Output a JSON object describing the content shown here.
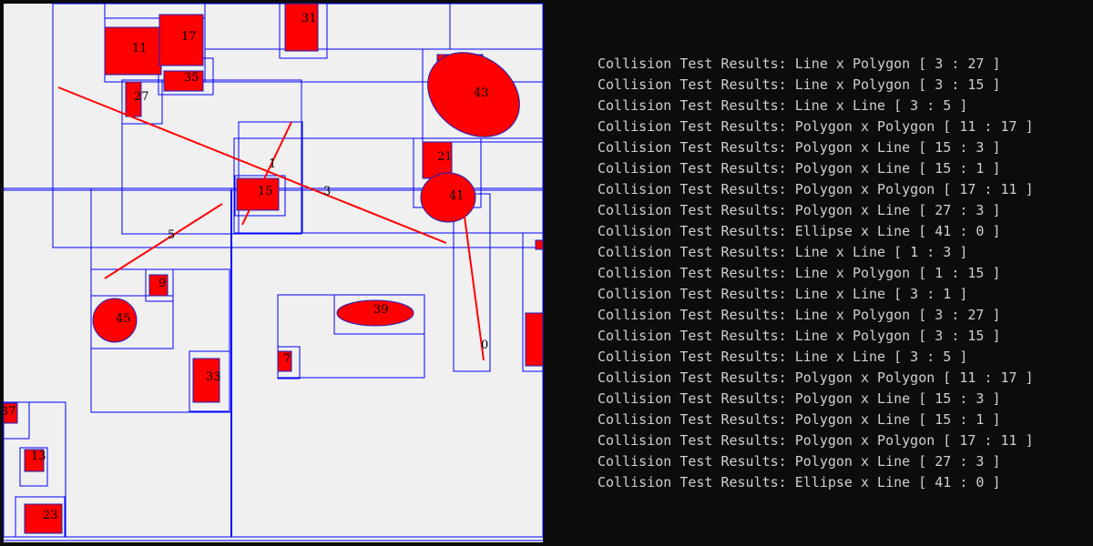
{
  "colors": {
    "canvas_bg": "#f0f0f0",
    "quad_line": "#0000ff",
    "shape_fill": "#ff0000",
    "shape_stroke": "#2020c0",
    "segment": "#ff0000",
    "log_text": "#cfcfcf",
    "panel_bg": "#0c0c0c"
  },
  "labels": {
    "l11": "11",
    "l17": "17",
    "l31": "31",
    "l35": "35",
    "l27": "27",
    "l43": "43",
    "l21": "21",
    "l41": "41",
    "l15": "15",
    "l1": "1",
    "l3": "3",
    "l5": "5",
    "l9": "9",
    "l45": "45",
    "l39": "39",
    "l7": "7",
    "l33": "33",
    "l0": "0",
    "l37": "37",
    "l13": "13",
    "l23": "23"
  },
  "log": [
    "Collision Test Results: Line x Polygon [ 3 : 27 ]",
    "Collision Test Results: Line x Polygon [ 3 : 15 ]",
    "Collision Test Results: Line x Line [ 3 : 5 ]",
    "Collision Test Results: Polygon x Polygon [ 11 : 17 ]",
    "Collision Test Results: Polygon x Line [ 15 : 3 ]",
    "Collision Test Results: Polygon x Line [ 15 : 1 ]",
    "Collision Test Results: Polygon x Polygon [ 17 : 11 ]",
    "Collision Test Results: Polygon x Line [ 27 : 3 ]",
    "Collision Test Results: Ellipse x Line [ 41 : 0 ]",
    "Collision Test Results: Line x Line [ 1 : 3 ]",
    "Collision Test Results: Line x Polygon [ 1 : 15 ]",
    "Collision Test Results: Line x Line [ 3 : 1 ]",
    "Collision Test Results: Line x Polygon [ 3 : 27 ]",
    "Collision Test Results: Line x Polygon [ 3 : 15 ]",
    "Collision Test Results: Line x Line [ 3 : 5 ]",
    "Collision Test Results: Polygon x Polygon [ 11 : 17 ]",
    "Collision Test Results: Polygon x Line [ 15 : 3 ]",
    "Collision Test Results: Polygon x Line [ 15 : 1 ]",
    "Collision Test Results: Polygon x Polygon [ 17 : 11 ]",
    "Collision Test Results: Polygon x Line [ 27 : 3 ]",
    "Collision Test Results: Ellipse x Line [ 41 : 0 ]"
  ]
}
